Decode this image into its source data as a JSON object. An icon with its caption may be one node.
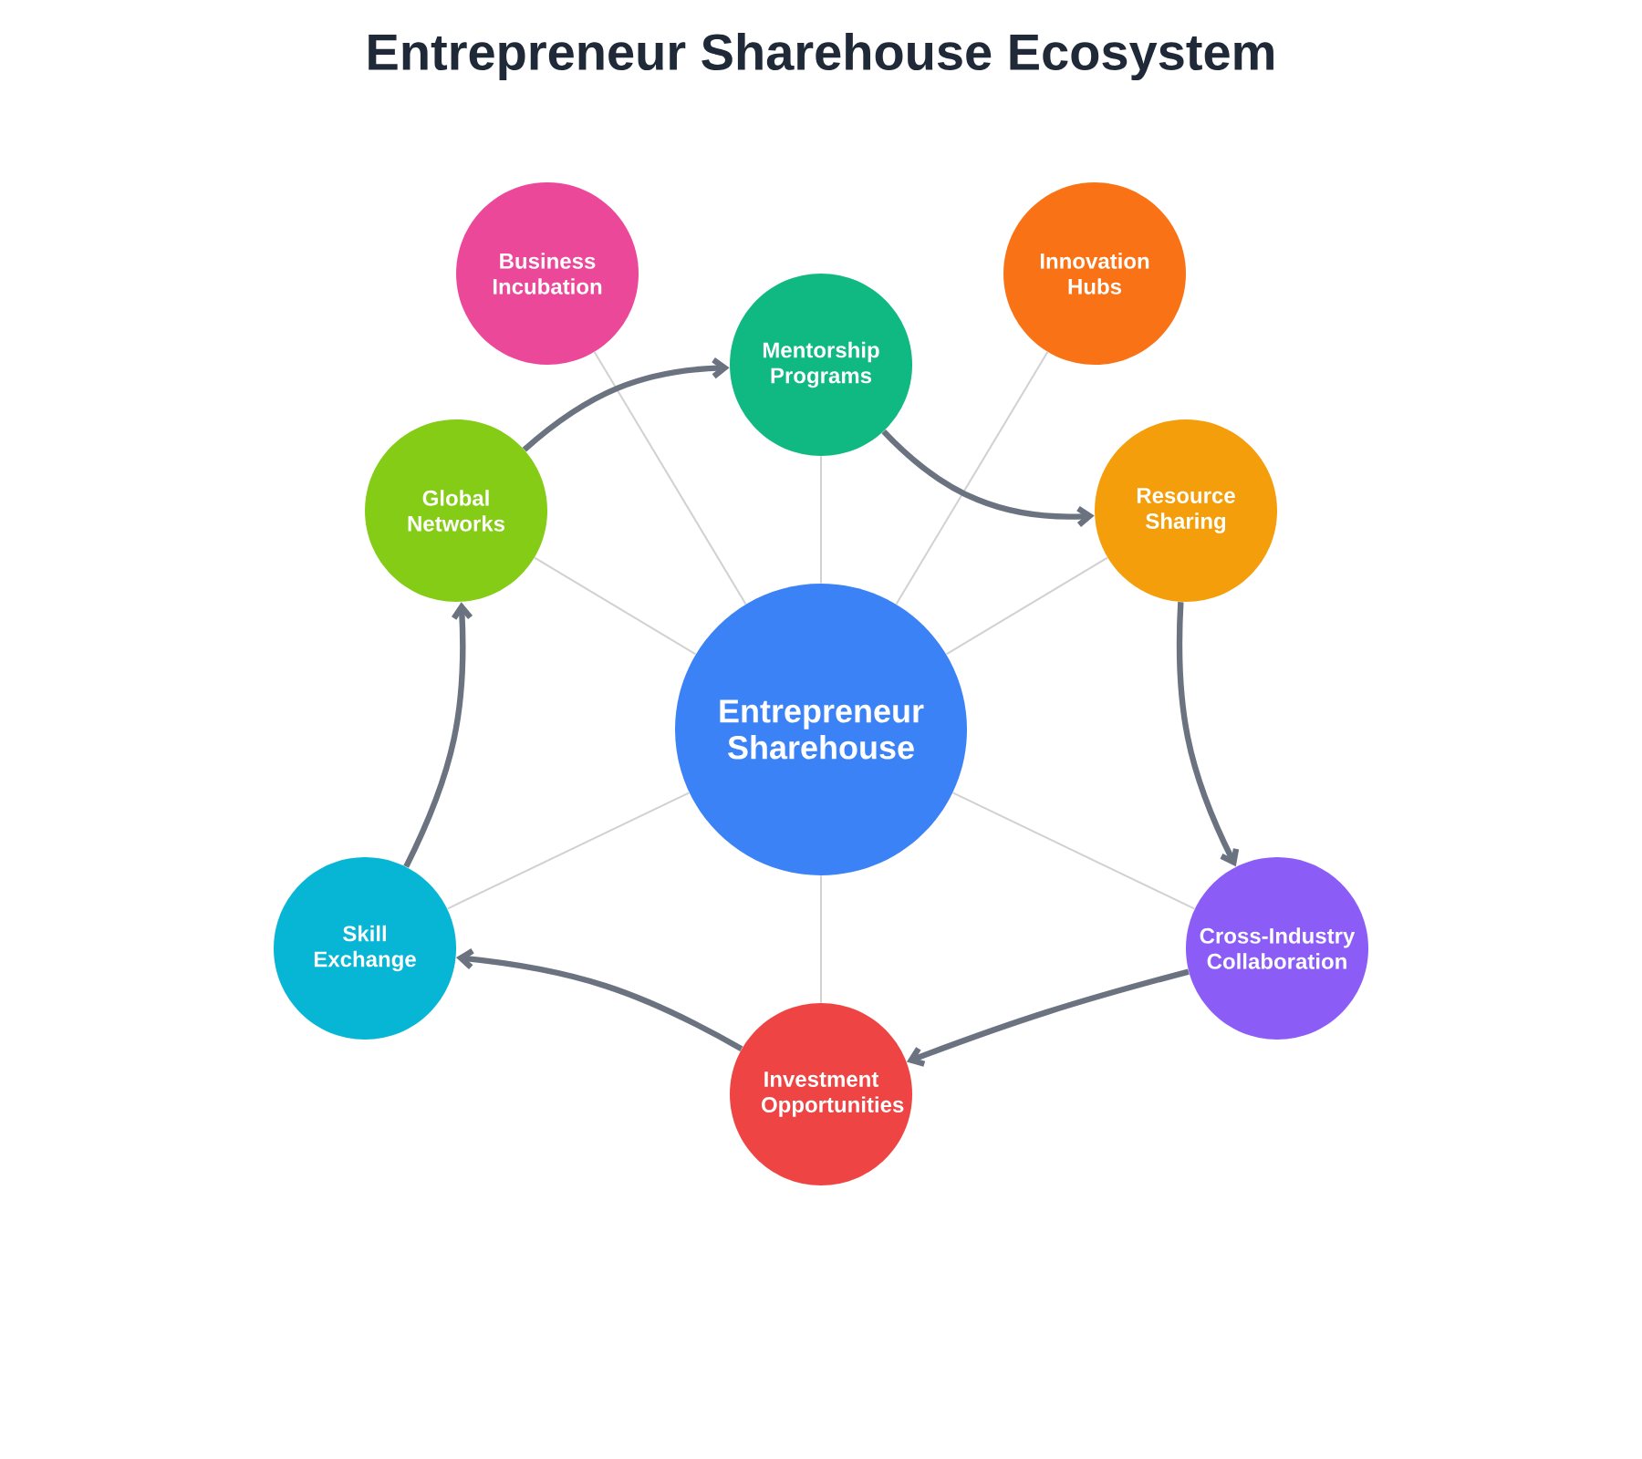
{
  "diagram": {
    "title": "Entrepreneur Sharehouse Ecosystem",
    "nodes": [
      {
        "text": [
          "Entrepreneur Sharehouse"
        ]
      },
      {
        "text": [
          "Business Incubation"
        ]
      },
      {
        "text": [
          "Mentorship Programs"
        ]
      },
      {
        "text": [
          "Innovation Hubs"
        ]
      },
      {
        "text": [
          "Global Networks"
        ]
      },
      {
        "text": [
          "Resource Sharing"
        ]
      },
      {
        "text": [
          "Skill Exchange"
        ]
      },
      {
        "text": [
          "Cross-Industry Collaboration"
        ]
      },
      {
        "text": [
          "Investment Opportunities"
        ]
      }
    ],
    "edges": [
      {
        "from": 0,
        "to": 1,
        "arrow": "none"
      },
      {
        "from": 0,
        "to": 2,
        "arrow": "none"
      },
      {
        "from": 0,
        "to": 3,
        "arrow": "none"
      },
      {
        "from": 0,
        "to": 4,
        "arrow": "none"
      },
      {
        "from": 0,
        "to": 5,
        "arrow": "none"
      },
      {
        "from": 0,
        "to": 6,
        "arrow": "none"
      },
      {
        "from": 0,
        "to": 7,
        "arrow": "none"
      },
      {
        "from": 0,
        "to": 8,
        "arrow": "none"
      },
      {
        "from": 4,
        "to": 2,
        "arrow": "to",
        "style": "thick",
        "color": "#6b7280"
      },
      {
        "from": 2,
        "to": 5,
        "arrow": "to",
        "style": "thick",
        "color": "#6b7280"
      },
      {
        "from": 5,
        "to": 7,
        "arrow": "to",
        "style": "thick",
        "color": "#6b7280"
      },
      {
        "from": 7,
        "to": 8,
        "arrow": "to",
        "style": "thick",
        "color": "#6b7280"
      },
      {
        "from": 8,
        "to": 6,
        "arrow": "to",
        "style": "thick",
        "color": "#6b7280"
      },
      {
        "from": 6,
        "to": 4,
        "arrow": "to",
        "style": "thick",
        "color": "#6b7280"
      }
    ]
  }
}
